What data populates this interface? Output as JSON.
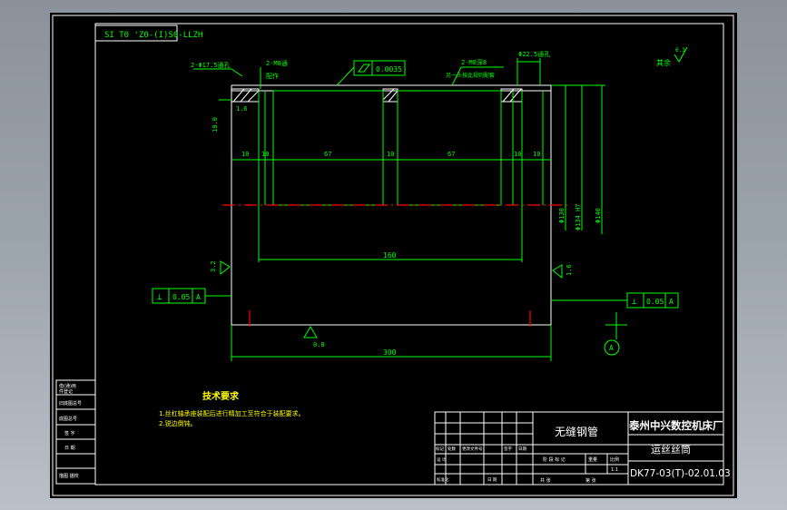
{
  "drawing": {
    "code_box": "SI T0 'Z0-(I)S0-LLZH",
    "dimensions": {
      "d_total_len": "300",
      "d_inner_len": "160",
      "d_seg_left": "67",
      "d_seg_right": "67",
      "d_end_l1": "10",
      "d_end_l2": "10",
      "d_mid": "10",
      "d_end_r1": "10",
      "d_end_r2": "10",
      "d_dia_inner": "Φ130",
      "d_dia_mid": "Φ134 H7",
      "d_dia_outer": "Φ140",
      "d_radius": "1.6",
      "d_small": "0.8",
      "d_depth": "10.0"
    },
    "notes": {
      "chamfer_left": "2-Φ17.5通孔",
      "hole_label": "2-M8通",
      "weld_label": "配作",
      "hole_right": "2-M8深8",
      "hole_right_sub": "另一头按此规则配套",
      "chamfer_right": "Φ22.5通孔",
      "flatness": "0.0035",
      "roughness_rest": "其余",
      "roughness_rest_value": "6.3",
      "ra_left": "3.2",
      "ra_right": "1.6",
      "ra_bottom": "0.8"
    },
    "tolerances": {
      "left_sym": "⊥",
      "left_val": "0.05",
      "left_ref": "A",
      "right_sym": "⊥",
      "right_val": "0.05",
      "right_ref": "A",
      "datum": "A"
    },
    "tech": {
      "heading": "技术要求",
      "line1": "1.丝杠轴承座装配后进行精加工至符合于装配要求。",
      "line2": "2.锐边倒钝。"
    },
    "left_strip": [
      "借(通)用",
      "件登记",
      "旧底图总号",
      "底图总号",
      "签 字",
      "日 期",
      "描图 描校"
    ],
    "title_block": {
      "material": "无缝钢管",
      "company": "泰州中兴数控机床厂",
      "part_name": "运丝丝筒",
      "drawing_no": "DK77-03(T)-02.01.03",
      "scale": "1:1",
      "rev_headers": [
        "标记",
        "处数",
        "更改文件号",
        "签字",
        "日期"
      ],
      "role1": "设 计",
      "role2": "标准化",
      "stage_label": "阶 段 标 记",
      "weight_label": "重量",
      "scale_label": "比例",
      "sheet_label": "共 张",
      "sheet_label2": "第 张",
      "date_label": "日 期"
    }
  }
}
